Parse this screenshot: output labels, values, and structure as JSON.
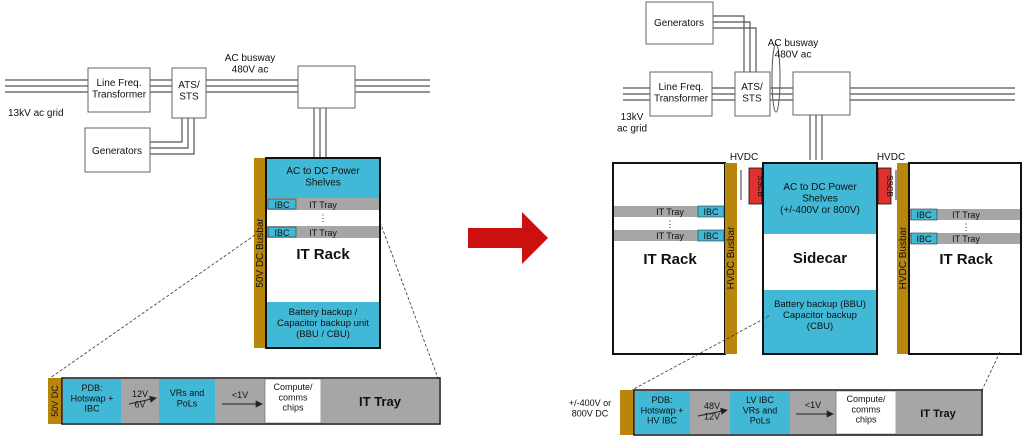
{
  "colors": {
    "cyan": "#41b8d6",
    "gray": "#a6a6a6",
    "gold": "#b8860b",
    "red": "#e03030",
    "arrow": "#cc1010",
    "wire": "#555555"
  },
  "left": {
    "grid_label": "13kV ac grid",
    "transformer": "Line Freq.\nTransformer",
    "ats": "ATS/\nSTS",
    "generators": "Generators",
    "busway": "AC busway\n480V ac",
    "busbar": "50V DC Busbar",
    "power_shelves": "AC to DC Power\nShelves",
    "ibc": "IBC",
    "it_tray": "IT Tray",
    "dots": "⋮",
    "rack": "IT Rack",
    "battery": "Battery backup /\nCapacitor backup unit\n(BBU / CBU)",
    "tray_detail": {
      "dc_label": "50V DC",
      "pdb": "PDB:\nHotswap +\nIBC",
      "conv": "12V\n6V",
      "vrs": "VRs and\nPoLs",
      "lt1v": "<1V",
      "compute": "Compute/\ncomms\nchips",
      "title": "IT Tray"
    }
  },
  "right": {
    "generators": "Generators",
    "busway": "AC busway\n480V ac",
    "transformer": "Line Freq.\nTransformer",
    "ats": "ATS/\nSTS",
    "grid_label": "13kV\nac grid",
    "hvdc": "HVDC",
    "sscb": "SSCB",
    "left_rack": "IT Rack",
    "left_busbar": "HVDC Busbar",
    "it_tray": "IT Tray",
    "ibc": "IBC",
    "dots": "⋮",
    "sidecar_shelves": "AC to DC Power\nShelves\n(+/-400V or 800V)",
    "sidecar": "Sidecar",
    "sidecar_battery": "Battery backup (BBU)\nCapacitor backup\n(CBU)",
    "right_busbar": "HVDC Busbar",
    "right_rack": "IT Rack",
    "tray_detail": {
      "dc_label": "+/-400V or\n800V DC",
      "pdb": "PDB:\nHotswap +\nHV IBC",
      "conv": "48V\n12V",
      "vrs": "LV IBC\nVRs and\nPoLs",
      "lt1v": "<1V",
      "compute": "Compute/\ncomms\nchips",
      "title": "IT Tray"
    }
  }
}
